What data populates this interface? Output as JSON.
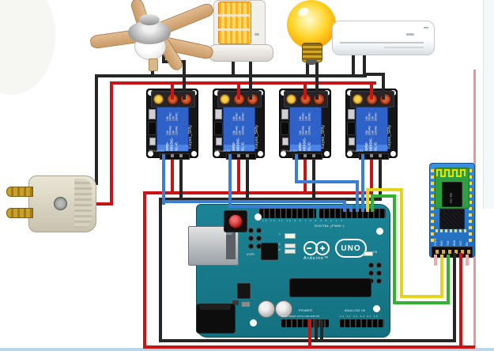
{
  "relay": {
    "brand": "Keyes_SRly",
    "model": "SRD-05VDC-SL-C",
    "rating_line1": "10A 250VAC 10A 125VAC",
    "rating_line2": "10A 30VDC 10A 28VDC",
    "status_label": "ON Led 5V",
    "count": 4
  },
  "arduino": {
    "brand": "Arduino™",
    "model_badge": "UNO",
    "digital_label": "DIGITAL (PWM~)",
    "digital_pins": "13 12 11 10 9 8 7 6 5 4 3 2 1 0",
    "power_label": "POWER",
    "power_pins": "IOREF RESET 3V3 5V GND GND VIN",
    "analog_label": "ANALOG IN",
    "analog_pins": "A0 A1 A2 A3 A4 A5",
    "reset_label": "RESET",
    "icsp_label": "ICSP",
    "icsp2_label": "ICSP2",
    "led_l": "L",
    "led_tx": "TX",
    "led_rx": "RX",
    "led_on": "ON"
  },
  "bluetooth": {
    "chip_label": "HC-05",
    "pins": [
      "STATE",
      "RXD",
      "TXD",
      "GND",
      "VCC",
      "EN"
    ]
  },
  "wires": {
    "live": "#c81414",
    "neutral": "#262626",
    "signal": "#3b7fd4",
    "bt_tx": "#e3d41f",
    "bt_rx": "#33b133",
    "unconnected": "#efaaa8"
  }
}
